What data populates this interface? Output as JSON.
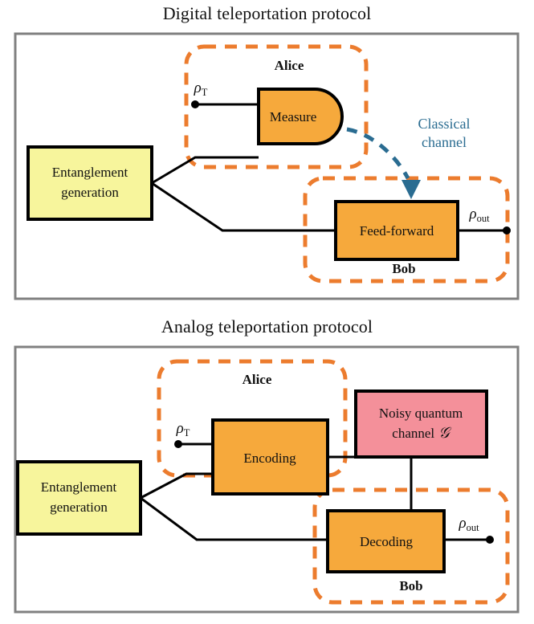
{
  "figure": {
    "kind": "two-panel quantum teleportation protocol schematic",
    "background": "#ffffff"
  },
  "colors": {
    "frame_gray": "#808080",
    "box_yellow": "#F7F59C",
    "box_orange": "#F6A93C",
    "box_pink": "#F4909A",
    "dash_orange": "#EC7C2E",
    "classical_teal": "#2A6C91",
    "wire_black": "#000000",
    "text_black": "#111111"
  },
  "panels": [
    {
      "id": "digital",
      "title": "Digital teleportation protocol",
      "source_box": {
        "line1": "Entanglement",
        "line2": "generation",
        "fill": "#F7F59C"
      },
      "alice": {
        "party_label": "Alice",
        "input_label": "ρ",
        "input_sub": "T",
        "operation": "Measure",
        "operation_shape": "detector-d-shape",
        "fill": "#F6A93C"
      },
      "bob": {
        "party_label": "Bob",
        "operation": "Feed-forward",
        "output_label": "ρ",
        "output_sub": "out",
        "fill": "#F6A93C"
      },
      "channel": {
        "line1": "Classical",
        "line2": "channel",
        "style": "dashed curved arrow",
        "color": "#2A6C91"
      }
    },
    {
      "id": "analog",
      "title": "Analog teleportation protocol",
      "source_box": {
        "line1": "Entanglement",
        "line2": "generation",
        "fill": "#F7F59C"
      },
      "alice": {
        "party_label": "Alice",
        "input_label": "ρ",
        "input_sub": "T",
        "operation": "Encoding",
        "operation_shape": "rectangle",
        "fill": "#F6A93C"
      },
      "bob": {
        "party_label": "Bob",
        "operation": "Decoding",
        "output_label": "ρ",
        "output_sub": "out",
        "fill": "#F6A93C"
      },
      "channel": {
        "line1": "Noisy quantum",
        "line2": "channel",
        "symbol": "𝒢",
        "style": "solid pink box",
        "fill": "#F4909A"
      }
    }
  ]
}
